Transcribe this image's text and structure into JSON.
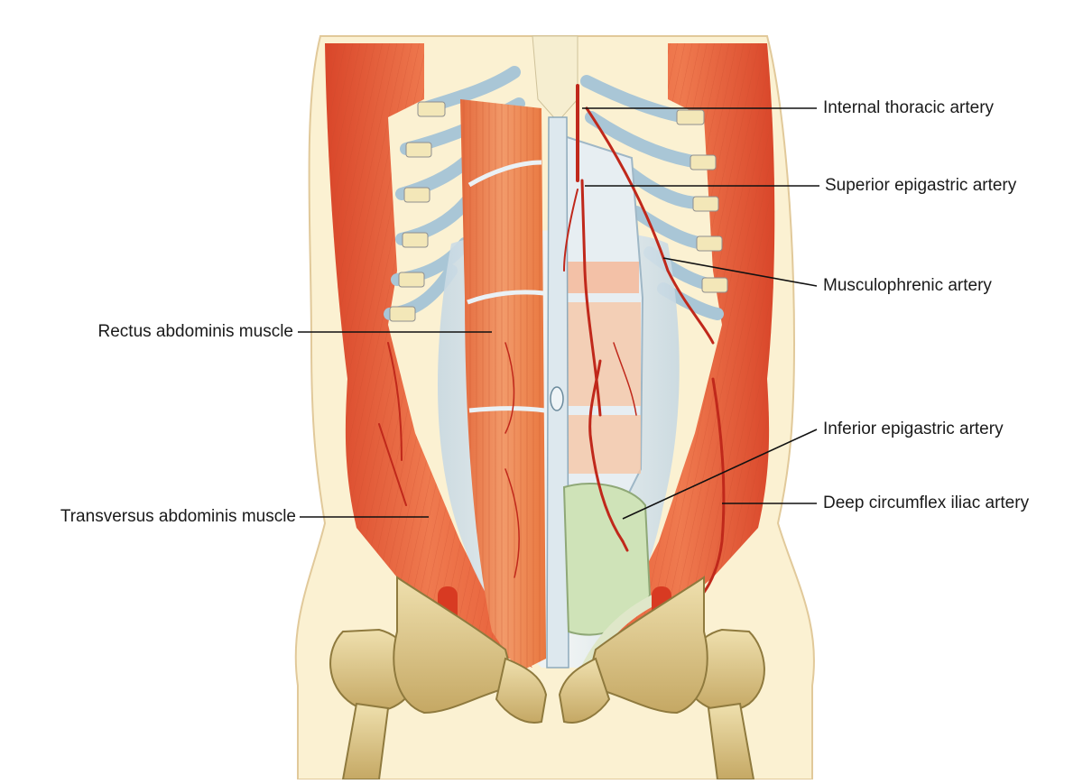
{
  "diagram": {
    "labels": {
      "internal_thoracic": "Internal thoracic artery",
      "superior_epigastric": "Superior epigastric artery",
      "musculophrenic": "Musculophrenic artery",
      "rectus_abdominis": "Rectus abdominis muscle",
      "inferior_epigastric": "Inferior epigastric artery",
      "transversus_abdominis": "Transversus abdominis muscle",
      "deep_circumflex_iliac": "Deep circumflex iliac artery"
    },
    "colors": {
      "skin": "#fbf1d2",
      "muscle": "#e8603a",
      "muscle_light": "#f2a07a",
      "fascia": "#dfe9ef",
      "artery": "#c0281b",
      "bone": "#d9c48a",
      "bone_shadow": "#a88f4f",
      "bladder": "#cfe3b8"
    }
  }
}
